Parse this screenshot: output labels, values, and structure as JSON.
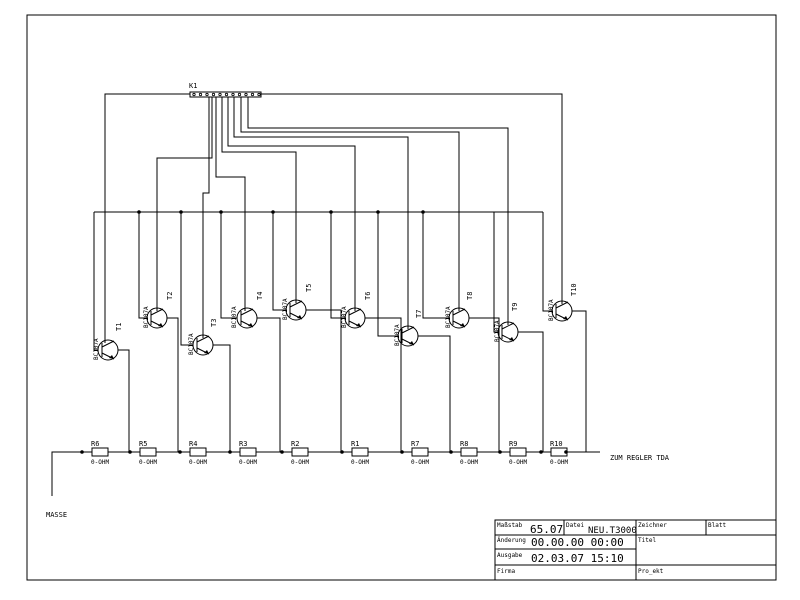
{
  "connector": {
    "label": "K1",
    "pins": 11
  },
  "transistors": [
    {
      "name": "T1",
      "type": "BC107A"
    },
    {
      "name": "T2",
      "type": "BC107A"
    },
    {
      "name": "T3",
      "type": "BC107A"
    },
    {
      "name": "T4",
      "type": "BC107A"
    },
    {
      "name": "T5",
      "type": "BC107A"
    },
    {
      "name": "T6",
      "type": "BC107A"
    },
    {
      "name": "T7",
      "type": "BC107A"
    },
    {
      "name": "T8",
      "type": "BC107A"
    },
    {
      "name": "T9",
      "type": "BC107A"
    },
    {
      "name": "T10",
      "type": "BC107A"
    }
  ],
  "resistors": [
    {
      "name": "R6",
      "value": "0-OHM"
    },
    {
      "name": "R5",
      "value": "0-OHM"
    },
    {
      "name": "R4",
      "value": "0-OHM"
    },
    {
      "name": "R3",
      "value": "0-OHM"
    },
    {
      "name": "R2",
      "value": "0-OHM"
    },
    {
      "name": "R1",
      "value": "0-OHM"
    },
    {
      "name": "R7",
      "value": "0-OHM"
    },
    {
      "name": "R8",
      "value": "0-OHM"
    },
    {
      "name": "R9",
      "value": "0-OHM"
    },
    {
      "name": "R10",
      "value": "0-OHM"
    }
  ],
  "labels": {
    "ground": "MASSE",
    "output": "ZUM REGLER TDA"
  },
  "title_block": {
    "massstab_label": "Maßstab",
    "massstab_value": "65.07",
    "datei_label": "Datei",
    "datei_value": "NEU.T3000",
    "zeichner_label": "Zeichner",
    "blatt_label": "Blatt",
    "aenderung_label": "Änderung",
    "aenderung_value": "00.00.00 00:00",
    "titel_label": "Titel",
    "ausgabe_label": "Ausgabe",
    "ausgabe_value": "02.03.07 15:10",
    "firma_label": "Firma",
    "projekt_label": "Pro_ekt"
  }
}
